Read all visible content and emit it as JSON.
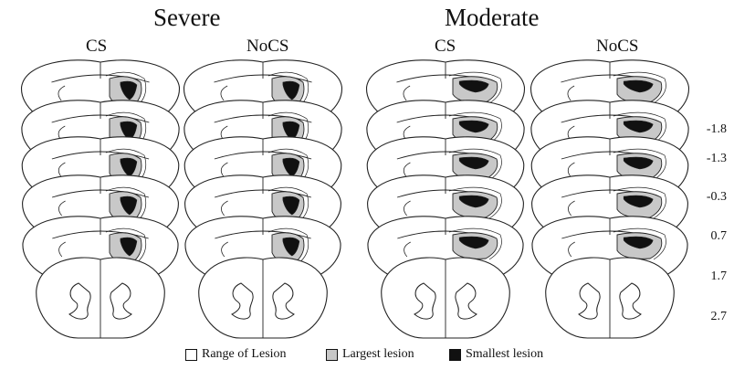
{
  "groups": [
    {
      "title": "Severe",
      "columns": [
        "CS",
        "NoCS"
      ]
    },
    {
      "title": "Moderate",
      "columns": [
        "CS",
        "NoCS"
      ]
    }
  ],
  "coordinates": [
    "-1.8",
    "-1.3",
    "-0.3",
    "0.7",
    "1.7",
    "2.7"
  ],
  "legend": [
    {
      "label": "Range of Lesion",
      "fill": "#ffffff"
    },
    {
      "label": "Largest lesion",
      "fill": "#c8c8c8"
    },
    {
      "label": "Smallest lesion",
      "fill": "#111111"
    }
  ],
  "colors": {
    "outline": "#222222",
    "largest": "#c8c8c8",
    "smallest": "#111111",
    "background": "#ffffff"
  }
}
